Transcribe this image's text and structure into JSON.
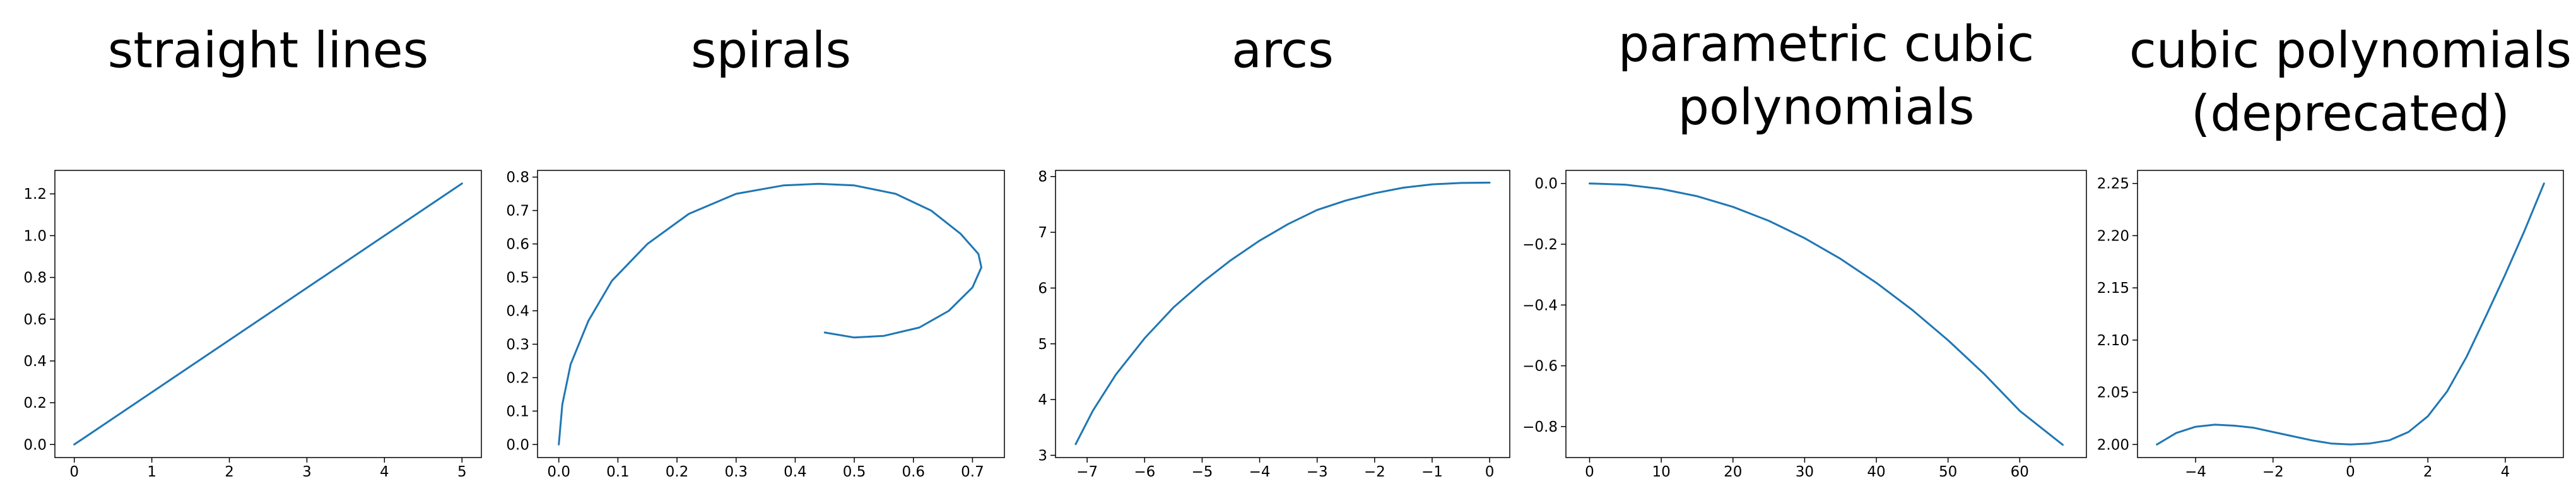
{
  "chart_data": [
    {
      "type": "line",
      "title": "straight lines",
      "xlim": [
        -0.25,
        5.25
      ],
      "ylim": [
        -0.0625,
        1.3125
      ],
      "xticks": [
        0,
        1,
        2,
        3,
        4,
        5
      ],
      "yticks": [
        0.0,
        0.2,
        0.4,
        0.6,
        0.8,
        1.0,
        1.2
      ],
      "x": [
        0,
        5
      ],
      "y": [
        0.0,
        1.25
      ],
      "line_color": "#1f77b4"
    },
    {
      "type": "line",
      "title": "spirals",
      "xlim": [
        -0.036,
        0.754
      ],
      "ylim": [
        -0.039,
        0.82
      ],
      "xticks": [
        0.0,
        0.1,
        0.2,
        0.3,
        0.4,
        0.5,
        0.6,
        0.7
      ],
      "yticks": [
        0.0,
        0.1,
        0.2,
        0.3,
        0.4,
        0.5,
        0.6,
        0.7,
        0.8
      ],
      "x": [
        0.0,
        0.006,
        0.02,
        0.05,
        0.09,
        0.15,
        0.22,
        0.3,
        0.38,
        0.44,
        0.5,
        0.57,
        0.63,
        0.68,
        0.71,
        0.715,
        0.7,
        0.66,
        0.61,
        0.55,
        0.5,
        0.45
      ],
      "y": [
        0.0,
        0.12,
        0.24,
        0.37,
        0.49,
        0.6,
        0.69,
        0.75,
        0.775,
        0.78,
        0.775,
        0.75,
        0.7,
        0.63,
        0.57,
        0.53,
        0.47,
        0.4,
        0.35,
        0.325,
        0.32,
        0.335
      ],
      "line_color": "#1f77b4"
    },
    {
      "type": "line",
      "title": "arcs",
      "xlim": [
        -7.55,
        0.35
      ],
      "ylim": [
        2.96,
        8.11
      ],
      "xticks": [
        -7,
        -6,
        -5,
        -4,
        -3,
        -2,
        -1,
        0
      ],
      "yticks": [
        3,
        4,
        5,
        6,
        7,
        8
      ],
      "x": [
        -7.2,
        -6.9,
        -6.5,
        -6.0,
        -5.5,
        -5.0,
        -4.5,
        -4.0,
        -3.5,
        -3.0,
        -2.5,
        -2.0,
        -1.5,
        -1.0,
        -0.5,
        0.0
      ],
      "y": [
        3.2,
        3.8,
        4.45,
        5.1,
        5.65,
        6.1,
        6.5,
        6.85,
        7.15,
        7.4,
        7.57,
        7.7,
        7.8,
        7.86,
        7.885,
        7.89
      ],
      "line_color": "#1f77b4"
    },
    {
      "type": "line",
      "title": "parametric cubic polynomials",
      "title_lines": [
        "parametric cubic",
        "polynomials"
      ],
      "xlim": [
        -3.3,
        69.3
      ],
      "ylim": [
        -0.902,
        0.043
      ],
      "xticks": [
        0,
        10,
        20,
        30,
        40,
        50,
        60
      ],
      "yticks": [
        0.0,
        -0.2,
        -0.4,
        -0.6,
        -0.8
      ],
      "x": [
        0,
        5,
        10,
        15,
        20,
        25,
        30,
        35,
        40,
        45,
        50,
        55,
        60,
        66
      ],
      "y": [
        0.0,
        -0.004,
        -0.018,
        -0.042,
        -0.077,
        -0.123,
        -0.18,
        -0.248,
        -0.327,
        -0.416,
        -0.516,
        -0.626,
        -0.748,
        -0.86
      ],
      "line_color": "#1f77b4"
    },
    {
      "type": "line",
      "title": "cubic polynomials (deprecated)",
      "title_lines": [
        "cubic polynomials",
        "(deprecated)"
      ],
      "xlim": [
        -5.5,
        5.5
      ],
      "ylim": [
        1.9875,
        2.2625
      ],
      "xticks": [
        -4,
        -2,
        0,
        2,
        4
      ],
      "yticks": [
        2.0,
        2.05,
        2.1,
        2.15,
        2.2,
        2.25
      ],
      "x": [
        -5.0,
        -4.5,
        -4.0,
        -3.5,
        -3.0,
        -2.5,
        -2.0,
        -1.5,
        -1.0,
        -0.5,
        0.0,
        0.5,
        1.0,
        1.5,
        2.0,
        2.5,
        3.0,
        3.5,
        4.0,
        4.5,
        5.0
      ],
      "y": [
        2.0,
        2.011,
        2.017,
        2.019,
        2.018,
        2.016,
        2.012,
        2.008,
        2.004,
        2.001,
        2.0,
        2.001,
        2.004,
        2.012,
        2.027,
        2.051,
        2.084,
        2.123,
        2.163,
        2.205,
        2.25
      ],
      "line_color": "#1f77b4"
    }
  ]
}
